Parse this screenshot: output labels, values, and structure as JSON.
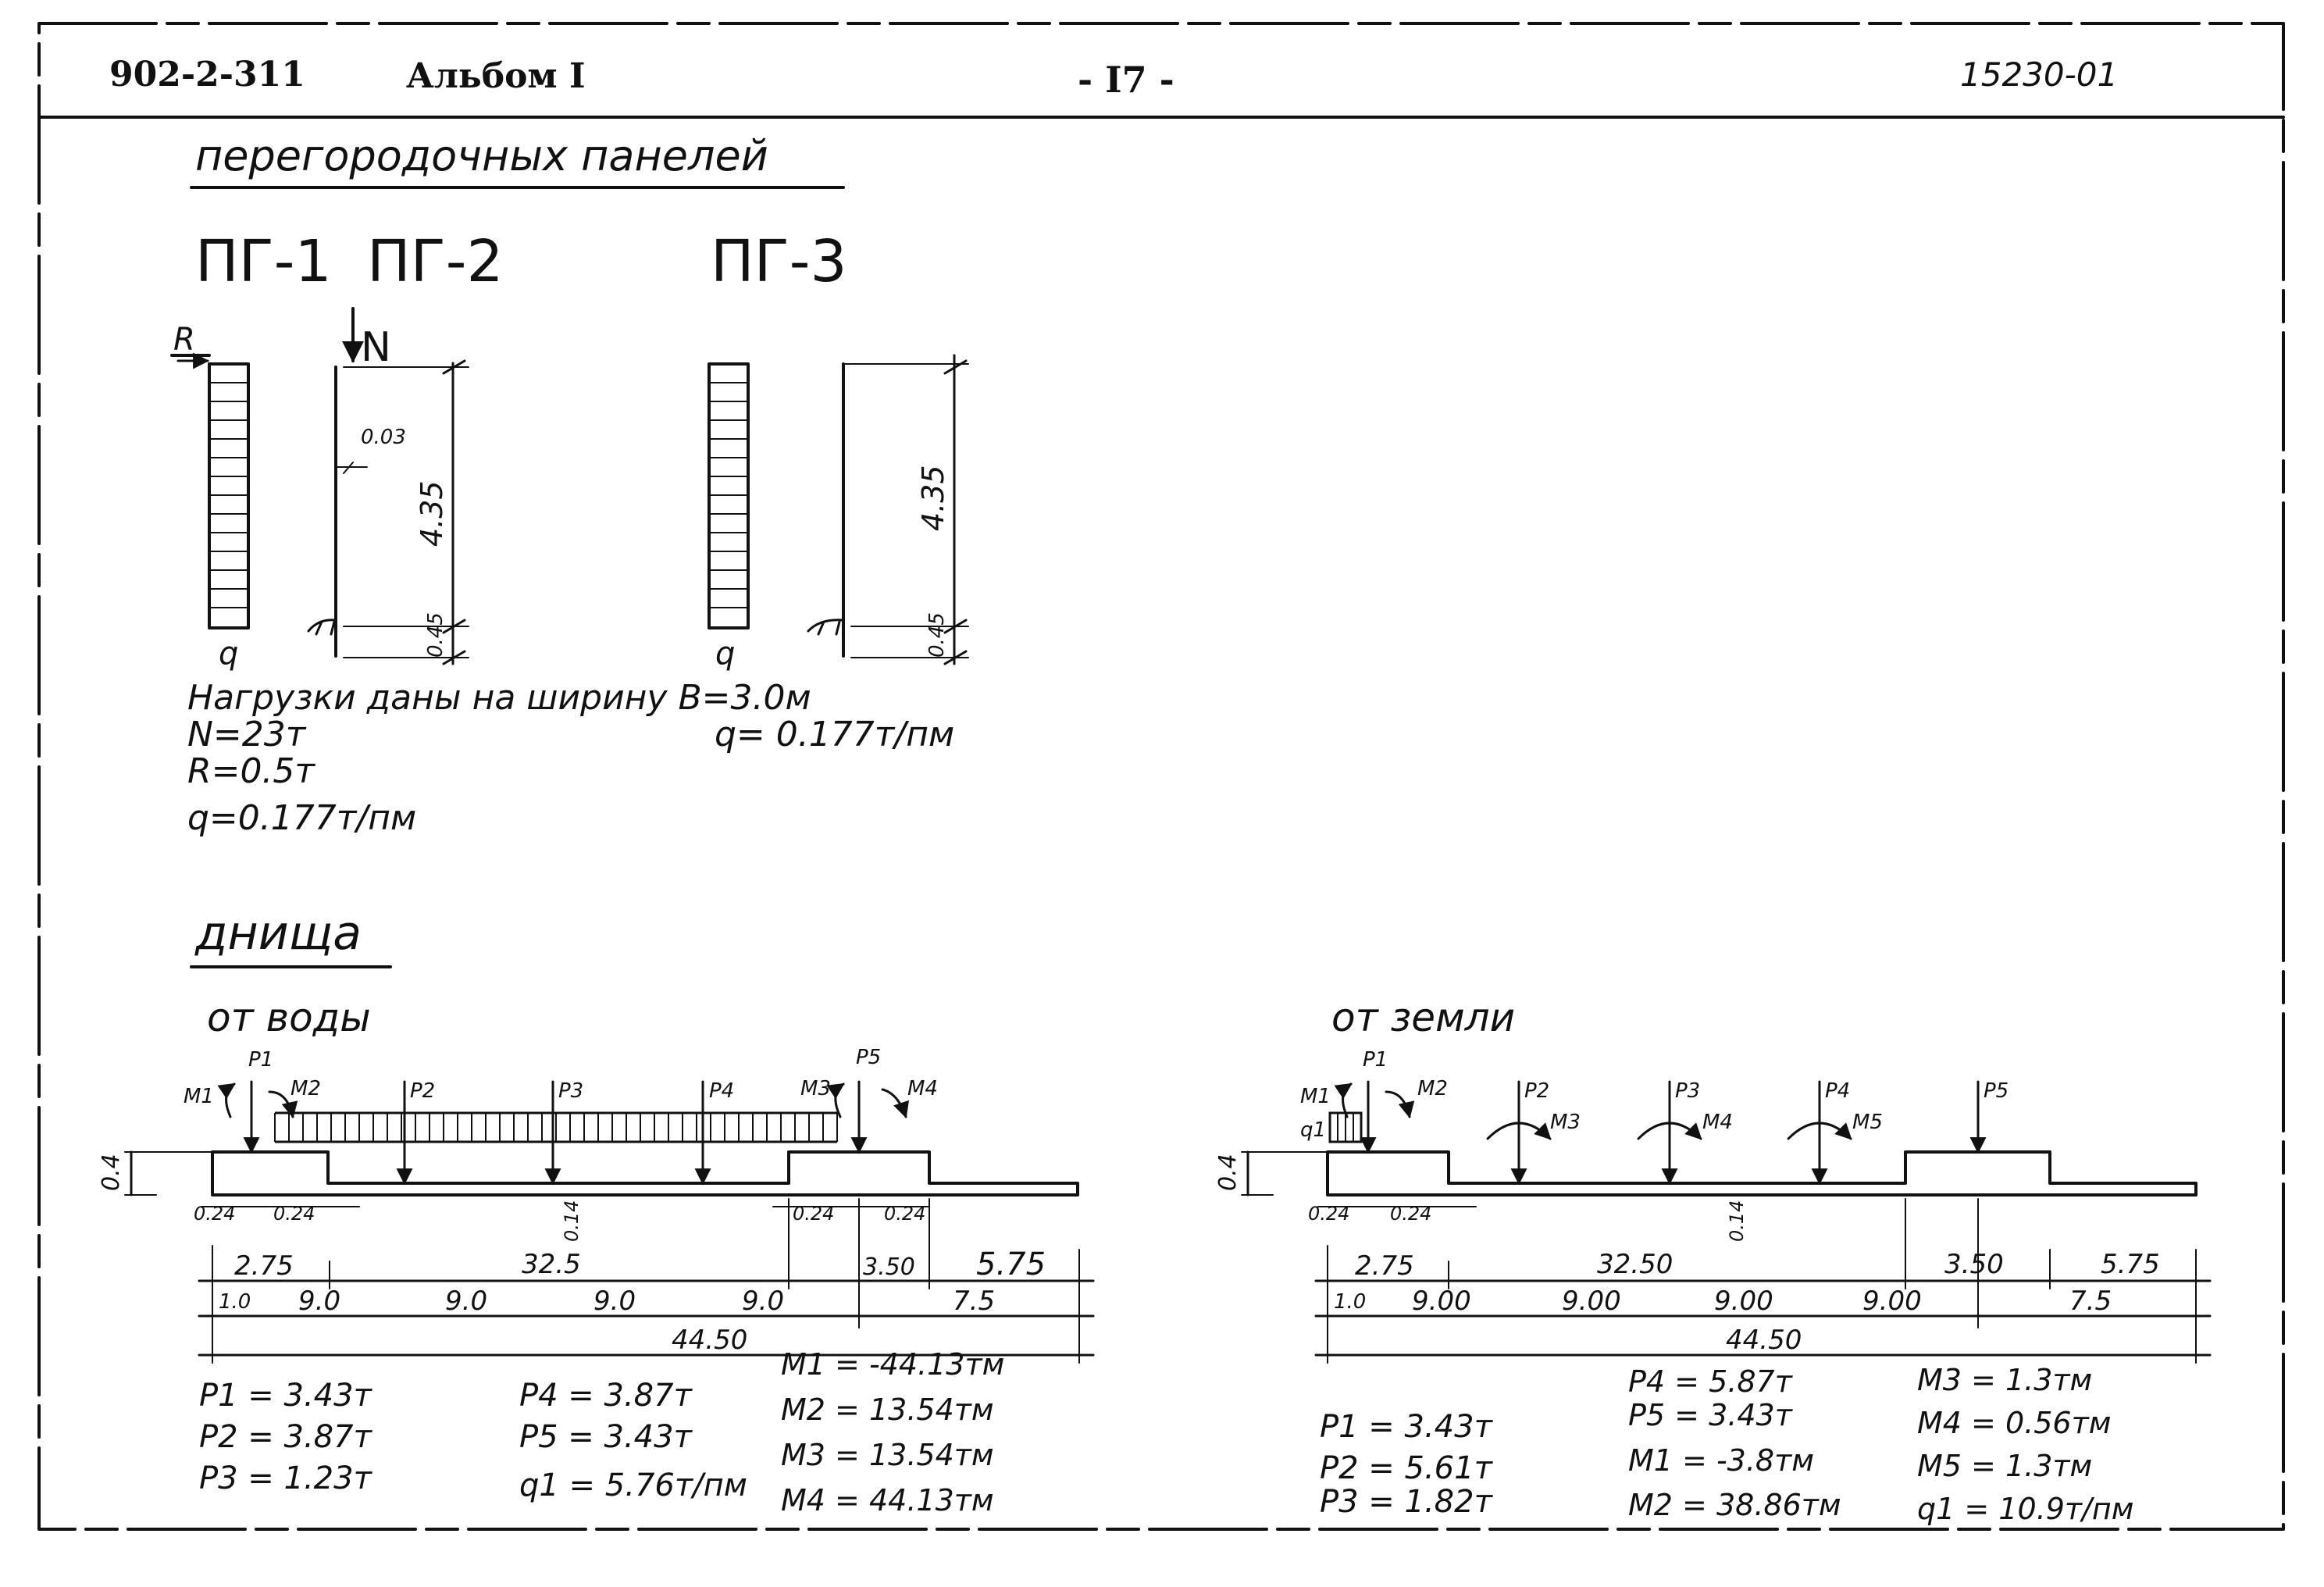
{
  "header": {
    "code": "902-2-311",
    "album": "Альбом I",
    "page": "- I7 -",
    "number": "15230-01"
  },
  "panels": {
    "title": "перегородочных панелей",
    "labels": [
      "ПГ-1",
      "ПГ-2",
      "ПГ-3"
    ],
    "pg1": {
      "force": "R",
      "load": "q"
    },
    "pg2": {
      "force": "N",
      "dim_offset": "0.03",
      "dim_height": "4.35",
      "dim_base": "0.45"
    },
    "pg3": {
      "load": "q",
      "dim_height": "4.35",
      "dim_base": "0.45"
    },
    "note": "Нагрузки даны на ширину В=3.0м",
    "values_left": [
      "N=23т",
      "R=0.5т",
      "q=0.177т/пм"
    ],
    "value_right": "q= 0.177т/пм"
  },
  "base": {
    "title": "днища",
    "water": {
      "title": "от воды",
      "force_labels": [
        "M1",
        "P1",
        "M2",
        "P2",
        "P3",
        "P4",
        "M3",
        "P5",
        "M4"
      ],
      "dims": {
        "height": "0.4",
        "d024": [
          "0.24",
          "0.24",
          "0.24",
          "0.24"
        ],
        "d014": "0.14",
        "row1": [
          "2.75",
          "32.5",
          "3.50",
          "5.75"
        ],
        "row2": [
          "1.0",
          "9.0",
          "9.0",
          "9.0",
          "9.0",
          "7.5"
        ],
        "total": "44.50"
      },
      "results": {
        "col1": [
          "P1 = 3.43т",
          "P2 = 3.87т",
          "P3 = 1.23т"
        ],
        "col2": [
          "P4 = 3.87т",
          "P5 = 3.43т",
          "q1 = 5.76т/пм"
        ],
        "col3": [
          "M1 = -44.13тм",
          "M2 = 13.54тм",
          "M3 = 13.54тм",
          "M4 = 44.13тм"
        ]
      }
    },
    "earth": {
      "title": "от земли",
      "force_labels": [
        "M1",
        "P1",
        "M2",
        "q1",
        "P2",
        "M3",
        "P3",
        "M4",
        "P4",
        "M5",
        "P5"
      ],
      "dims": {
        "height": "0.4",
        "d024": [
          "0.24",
          "0.24"
        ],
        "d014": "0.14",
        "row1": [
          "2.75",
          "32.50",
          "3.50",
          "5.75"
        ],
        "row2": [
          "1.0",
          "9.00",
          "9.00",
          "9.00",
          "9.00",
          "7.5"
        ],
        "total": "44.50"
      },
      "results": {
        "col1": [
          "P1 = 3.43т",
          "P2 = 5.61т",
          "P3 = 1.82т"
        ],
        "col2": [
          "P4 = 5.87т",
          "P5 = 3.43т",
          "M1 = -3.8тм",
          "M2 = 38.86тм"
        ],
        "col3": [
          "M3 = 1.3тм",
          "M4 = 0.56тм",
          "M5 = 1.3тм",
          "q1 = 10.9т/пм"
        ]
      }
    }
  }
}
